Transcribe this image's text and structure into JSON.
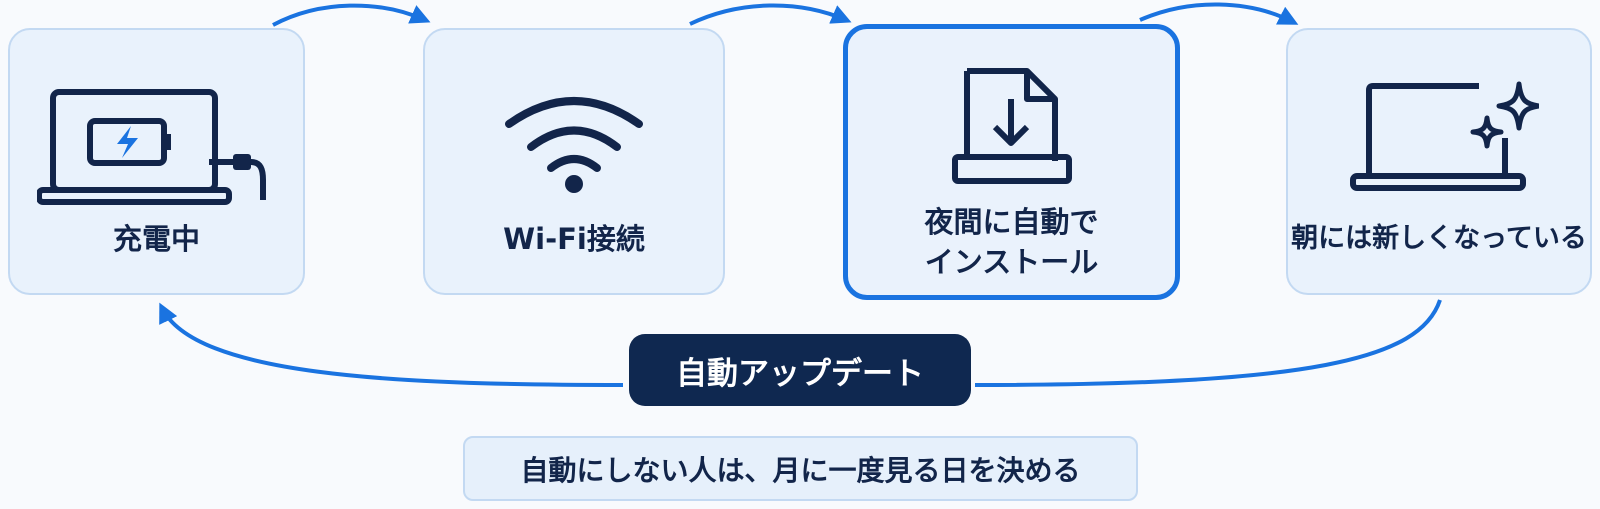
{
  "steps": [
    {
      "label": "充電中",
      "icon": "laptop-charging-icon"
    },
    {
      "label": "Wi-Fi接続",
      "icon": "wifi-icon"
    },
    {
      "label_line1": "夜間に自動で",
      "label_line2": "インストール",
      "icon": "download-document-icon"
    },
    {
      "label": "朝には新しくなっている",
      "icon": "laptop-sparkle-icon"
    }
  ],
  "cycle_label": "自動アップデート",
  "note": "自動にしない人は、月に一度見る日を決める",
  "colors": {
    "accent": "#1a73e0",
    "navy": "#0f2850",
    "card_bg": "#e9f2fc",
    "card_border": "#c3d9f2",
    "text": "#12254a"
  }
}
